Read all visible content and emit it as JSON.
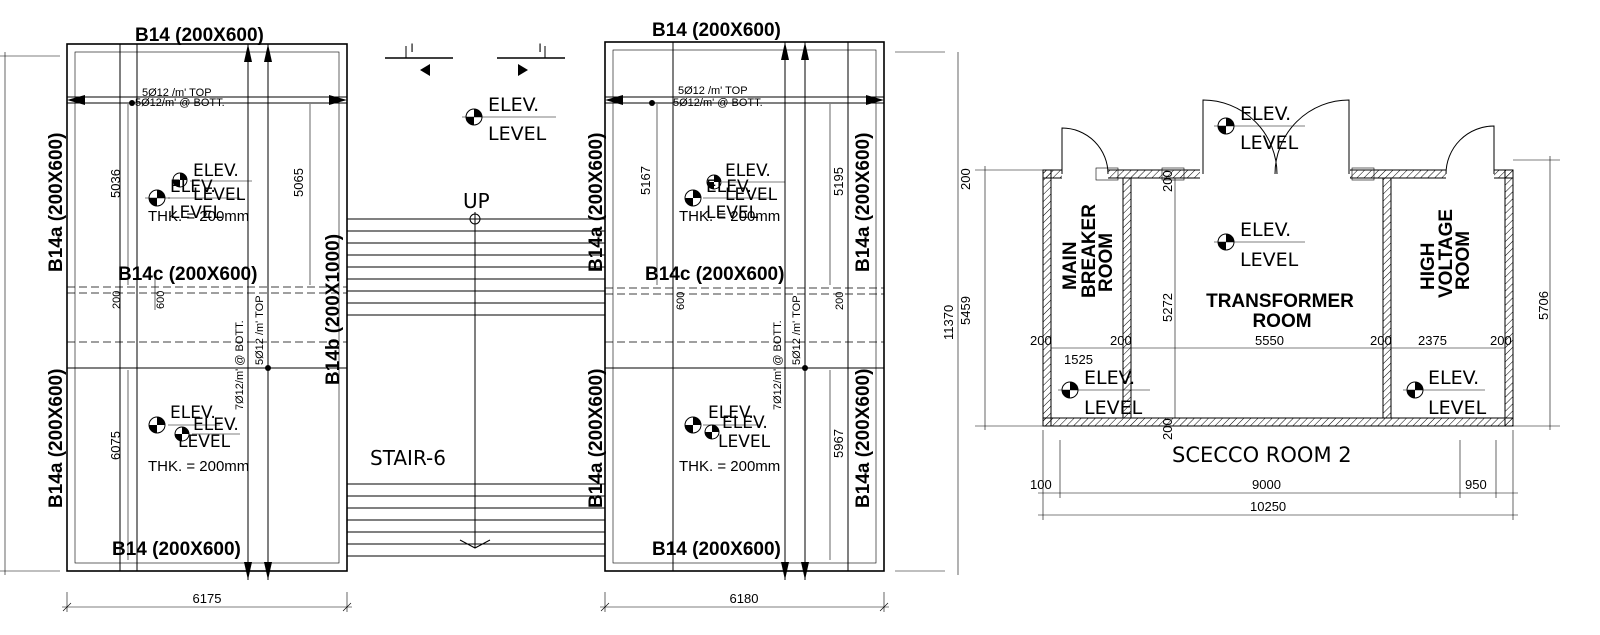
{
  "beam_labels": {
    "b14_top_left": "B14  (200X600)",
    "b14_top_right": "B14  (200X600)",
    "b14_bottom_left": "B14  (200X600)",
    "b14_bottom_right": "B14  (200X600)",
    "b14a": "B14a  (200X600)",
    "b14c": "B14c  (200X600)",
    "b14b": "B14b  (200X1000)"
  },
  "rebar": {
    "top": "5Ø12 /m' TOP",
    "bott": "5Ø12/m' @ BOTT.",
    "bott_7": "7Ø12/m' @ BOTT.",
    "top_5": "5Ø12 /m' TOP"
  },
  "elev": {
    "line1": "ELEV.",
    "line2": "LEVEL"
  },
  "slab": {
    "thk": "THK. = 200mm"
  },
  "stair": {
    "up": "UP",
    "name": "STAIR-6",
    "section_mark": "I"
  },
  "dims": {
    "d6175": "6175",
    "d6180": "6180",
    "d5036": "5036",
    "d5065": "5065",
    "d6075": "6075",
    "d5167": "5167",
    "d5195": "5195",
    "d5967": "5967",
    "d200": "200",
    "d600": "600",
    "d11370": "11370",
    "d5459": "5459",
    "d5706": "5706",
    "d5272": "5272",
    "d5550": "5550",
    "d2375": "2375",
    "d1525": "1525",
    "d100": "100",
    "d9000": "9000",
    "d950": "950",
    "d10250": "10250"
  },
  "rooms": {
    "main_breaker_1": "MAIN",
    "main_breaker_2": "BREAKER",
    "main_breaker_3": "ROOM",
    "transformer_1": "TRANSFORMER",
    "transformer_2": "ROOM",
    "high_voltage_1": "HIGH",
    "high_voltage_2": "VOLTAGE",
    "high_voltage_3": "ROOM",
    "plan_title": "SCECCO ROOM 2"
  }
}
